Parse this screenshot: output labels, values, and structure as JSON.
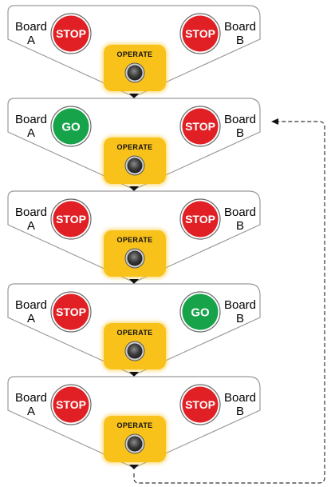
{
  "colors": {
    "stop": "#e02025",
    "go": "#16a34a",
    "operate_panel": "#f9c21b",
    "outline": "#9a9a9a",
    "button": "#3a3a3a",
    "arrow": "#111111",
    "dashed_line": "#333333"
  },
  "steps": [
    {
      "board_a": {
        "label_line1": "Board",
        "label_line2": "A",
        "signal": "STOP"
      },
      "board_b": {
        "label_line1": "Board",
        "label_line2": "B",
        "signal": "STOP"
      },
      "operate_label": "OPERATE"
    },
    {
      "board_a": {
        "label_line1": "Board",
        "label_line2": "A",
        "signal": "GO"
      },
      "board_b": {
        "label_line1": "Board",
        "label_line2": "B",
        "signal": "STOP"
      },
      "operate_label": "OPERATE"
    },
    {
      "board_a": {
        "label_line1": "Board",
        "label_line2": "A",
        "signal": "STOP"
      },
      "board_b": {
        "label_line1": "Board",
        "label_line2": "B",
        "signal": "STOP"
      },
      "operate_label": "OPERATE"
    },
    {
      "board_a": {
        "label_line1": "Board",
        "label_line2": "A",
        "signal": "STOP"
      },
      "board_b": {
        "label_line1": "Board",
        "label_line2": "B",
        "signal": "GO"
      },
      "operate_label": "OPERATE"
    },
    {
      "board_a": {
        "label_line1": "Board",
        "label_line2": "A",
        "signal": "STOP"
      },
      "board_b": {
        "label_line1": "Board",
        "label_line2": "B",
        "signal": "STOP"
      },
      "operate_label": "OPERATE"
    }
  ],
  "loop_arrow": {
    "from_step": 5,
    "to_step": 2,
    "style": "dashed"
  }
}
